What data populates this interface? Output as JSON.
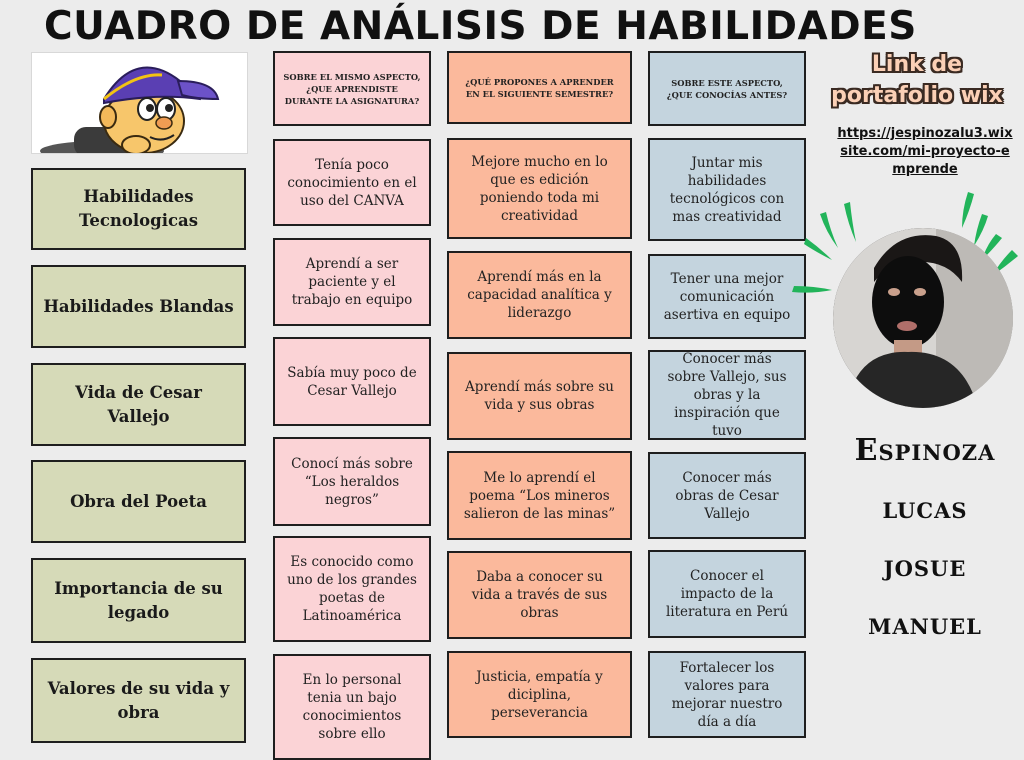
{
  "title": "CUADRO DE ANÁLISIS DE HABILIDADES",
  "headers": [
    "SOBRE EL MISMO ASPECTO, ¿QUE APRENDISTE DURANTE LA ASIGNATURA?",
    "¿QUÉ PROPONES A APRENDER EN EL SIGUIENTE SEMESTRE?",
    "SOBRE ESTE ASPECTO, ¿QUE CONOCÍAS ANTES?"
  ],
  "skills": [
    "Habilidades Tecnologicas",
    "Habilidades Blandas",
    "Vida de Cesar Vallejo",
    "Obra del Poeta",
    "Importancia de su legado",
    "Valores de su vida y obra"
  ],
  "learned": [
    "Tenía poco conocimiento en el uso del CANVA",
    "Aprendí a ser paciente y el trabajo en equipo",
    "Sabía muy poco de Cesar Vallejo",
    "Conocí más sobre “Los heraldos negros”",
    "Es conocido como uno de los grandes poetas de Latinoamérica",
    "En lo personal tenia un bajo conocimientos sobre ello"
  ],
  "proposals": [
    "Mejore mucho en lo que es edición poniendo toda mi creatividad",
    "Aprendí más en la capacidad analítica y liderazgo",
    "Aprendí más sobre su vida y sus obras",
    "Me lo aprendí el poema “Los mineros salieron de las minas”",
    "Daba a conocer su vida a través de sus obras",
    "Justicia, empatía y diciplina, perseverancia"
  ],
  "prior": [
    "Juntar mis habilidades tecnológicos con mas creatividad",
    "Tener una mejor comunicación asertiva en equipo",
    "Conocer más sobre Vallejo, sus obras y la inspiración que tuvo",
    "Conocer más obras de Cesar Vallejo",
    "Conocer el impacto de la literatura en Perú",
    "Fortalecer los valores para mejorar nuestro día a día"
  ],
  "portfolio": {
    "label": "Link de portafolio wix",
    "url": "https://jespinozalu3.wixsite.com/mi-proyecto-emprende"
  },
  "author": {
    "line1": "Espinoza lucas",
    "line2": "josue manuel"
  },
  "colors": {
    "skill_box": "#d6dab8",
    "learned_box": "#fbd3d6",
    "proposals_box": "#fbb99c",
    "prior_box": "#c4d4de",
    "accent_green": "#22b45a"
  }
}
